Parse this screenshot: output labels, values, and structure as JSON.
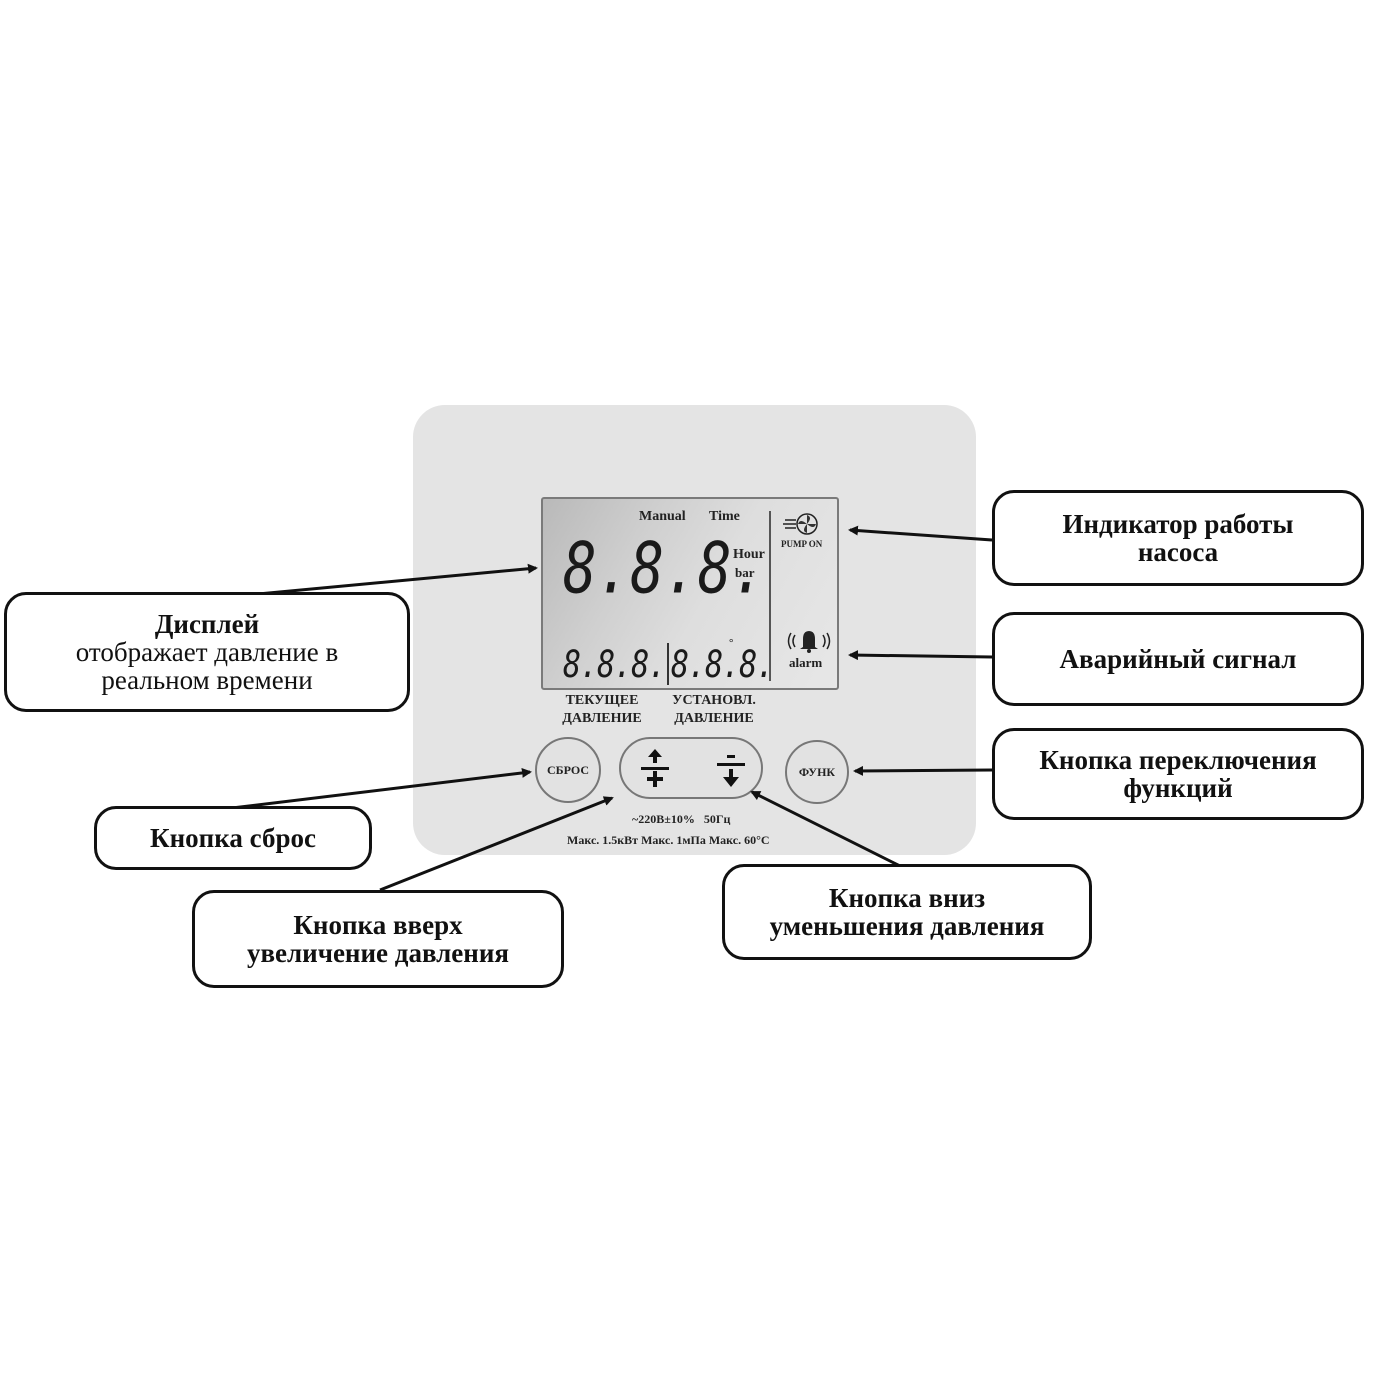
{
  "lcd": {
    "manual_label": "Manual",
    "time_label": "Time",
    "main_digits": "8.8.8.",
    "hour_label": "Hour",
    "bar_label": "bar",
    "sub_left_digits": "8.8.8.",
    "sub_right_digits": "8.8.8.",
    "pump_on_label": "PUMP ON",
    "alarm_label": "alarm"
  },
  "labels_under_display": {
    "current_line1": "ТЕКУЩЕЕ",
    "current_line2": "ДАВЛЕНИЕ",
    "set_line1": "УСТАНОВЛ.",
    "set_line2": "ДАВЛЕНИЕ"
  },
  "buttons": {
    "reset": "СБРОС",
    "func": "ФУНК"
  },
  "specs": {
    "line1": "~220В±10%   50Гц",
    "line2": "Макс. 1.5кВт Макс. 1мПа Макс. 60°С"
  },
  "callouts": {
    "display_title": "Дисплей",
    "display_desc1": "отображает давление в",
    "display_desc2": "реальном времени",
    "pump_line1": "Индикатор работы",
    "pump_line2": "насоса",
    "alarm": "Аварийный сигнал",
    "func_line1": "Кнопка переключения",
    "func_line2": "функций",
    "reset": "Кнопка сброс",
    "up_line1": "Кнопка вверх",
    "up_line2": "увеличение давления",
    "down_line1": "Кнопка вниз",
    "down_line2": "уменьшения давления"
  },
  "colors": {
    "panel": "#e4e4e4",
    "outline": "#111111"
  }
}
